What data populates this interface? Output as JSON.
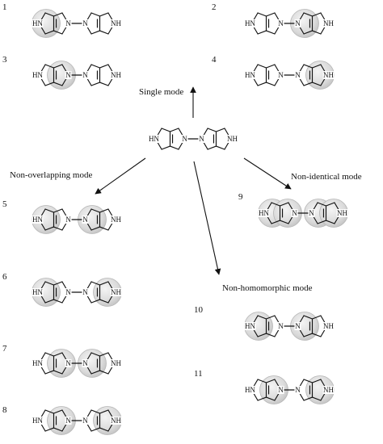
{
  "modes": {
    "single": "Single mode",
    "non_overlapping": "Non-overlapping mode",
    "non_identical": "Non-identical mode",
    "non_homomorphic": "Non-homomorphic mode"
  },
  "atoms": {
    "nh": "NH",
    "hn": "HN",
    "n": "N"
  },
  "structures": [
    {
      "number": "1",
      "highlight": "left outer ring"
    },
    {
      "number": "2",
      "highlight": "right inner ring"
    },
    {
      "number": "3",
      "highlight": "left inner ring"
    },
    {
      "number": "4",
      "highlight": "right outer ring"
    },
    {
      "number": "5",
      "highlight": "left outer and right inner rings"
    },
    {
      "number": "6",
      "highlight": "both outer rings"
    },
    {
      "number": "7",
      "highlight": "both inner rings"
    },
    {
      "number": "8",
      "highlight": "left inner and right outer rings"
    },
    {
      "number": "9",
      "highlight": "all four rings"
    },
    {
      "number": "10",
      "highlight": "left outer and right inner rings"
    },
    {
      "number": "11",
      "highlight": "left inner and right outer rings"
    }
  ],
  "colors": {
    "highlight_fill": "#dcdcdc",
    "highlight_edge": "#b5b5b5",
    "line": "#111111"
  }
}
